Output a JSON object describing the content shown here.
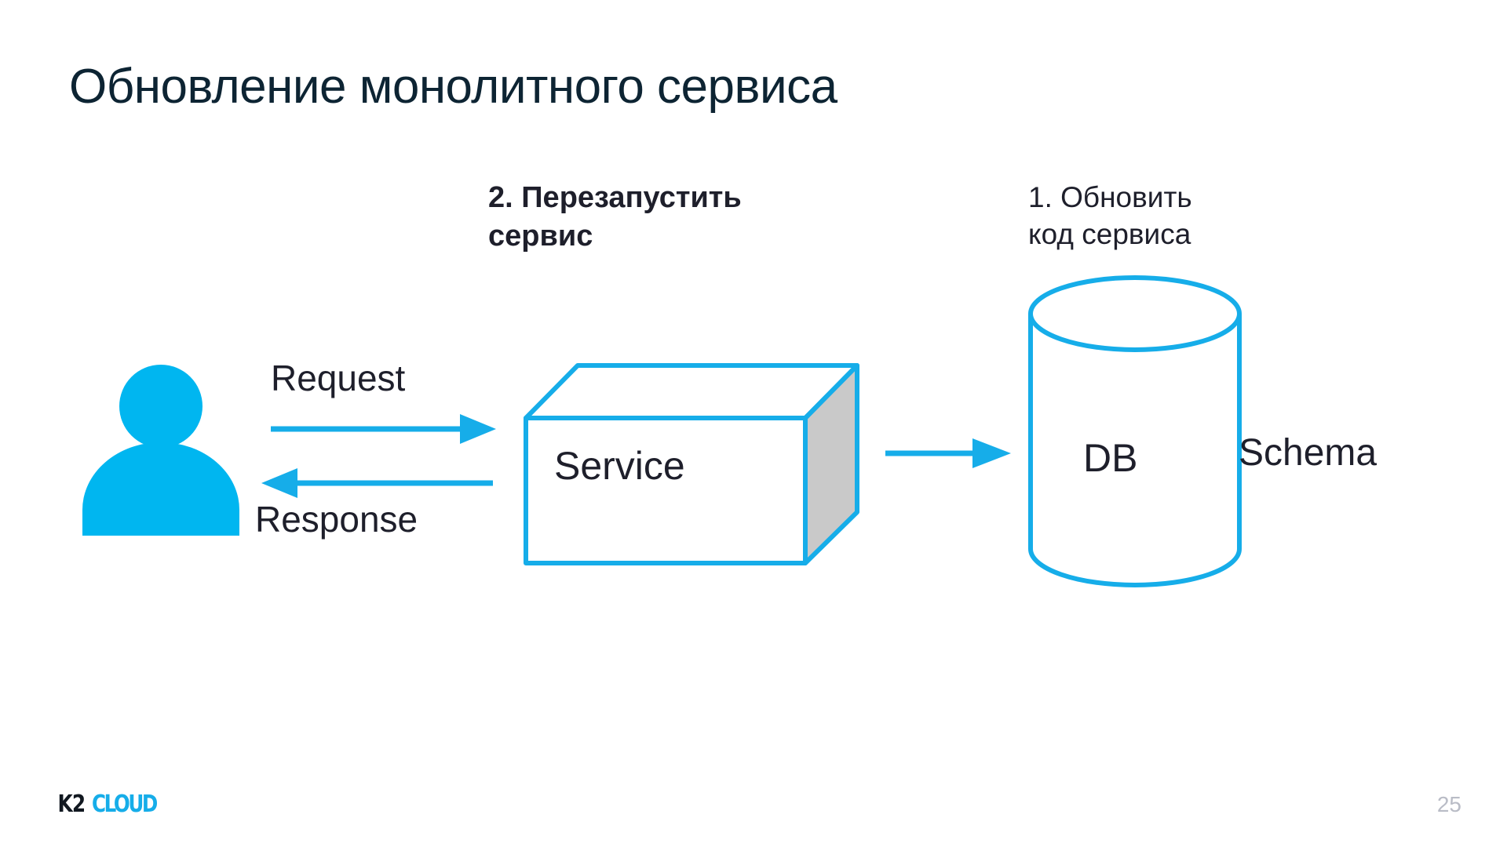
{
  "slide": {
    "title": "Обновление монолитного сервиса",
    "page_number": "25",
    "background_color": "#ffffff"
  },
  "colors": {
    "accent_cyan": "#16ade9",
    "title_navy": "#0d2433",
    "text_dark": "#1e1f2b",
    "cube_side_gray": "#c9c9c9",
    "page_number_gray": "#b9bcc6"
  },
  "annotations": {
    "step2": {
      "line1": "2. Перезапустить",
      "line2": "сервис",
      "weight": "bold"
    },
    "step1": {
      "line1": "1. Обновить",
      "line2": "код сервиса",
      "weight": "regular"
    }
  },
  "diagram": {
    "actor": {
      "name": "user",
      "icon": "person-icon",
      "color": "#00b6f0"
    },
    "nodes": [
      {
        "id": "service",
        "label": "Service",
        "shape": "cube"
      },
      {
        "id": "db",
        "label": "DB",
        "shape": "cylinder"
      }
    ],
    "edges": [
      {
        "id": "request",
        "label": "Request",
        "from": "user",
        "to": "service",
        "direction": "right"
      },
      {
        "id": "response",
        "label": "Response",
        "from": "service",
        "to": "user",
        "direction": "left"
      },
      {
        "id": "service-db",
        "label": "",
        "from": "service",
        "to": "db",
        "direction": "right"
      }
    ],
    "side_labels": [
      {
        "id": "schema",
        "label": "Schema",
        "attached_to": "db"
      }
    ]
  },
  "footer": {
    "logo_primary": "K2",
    "logo_secondary": "CLOUD"
  }
}
